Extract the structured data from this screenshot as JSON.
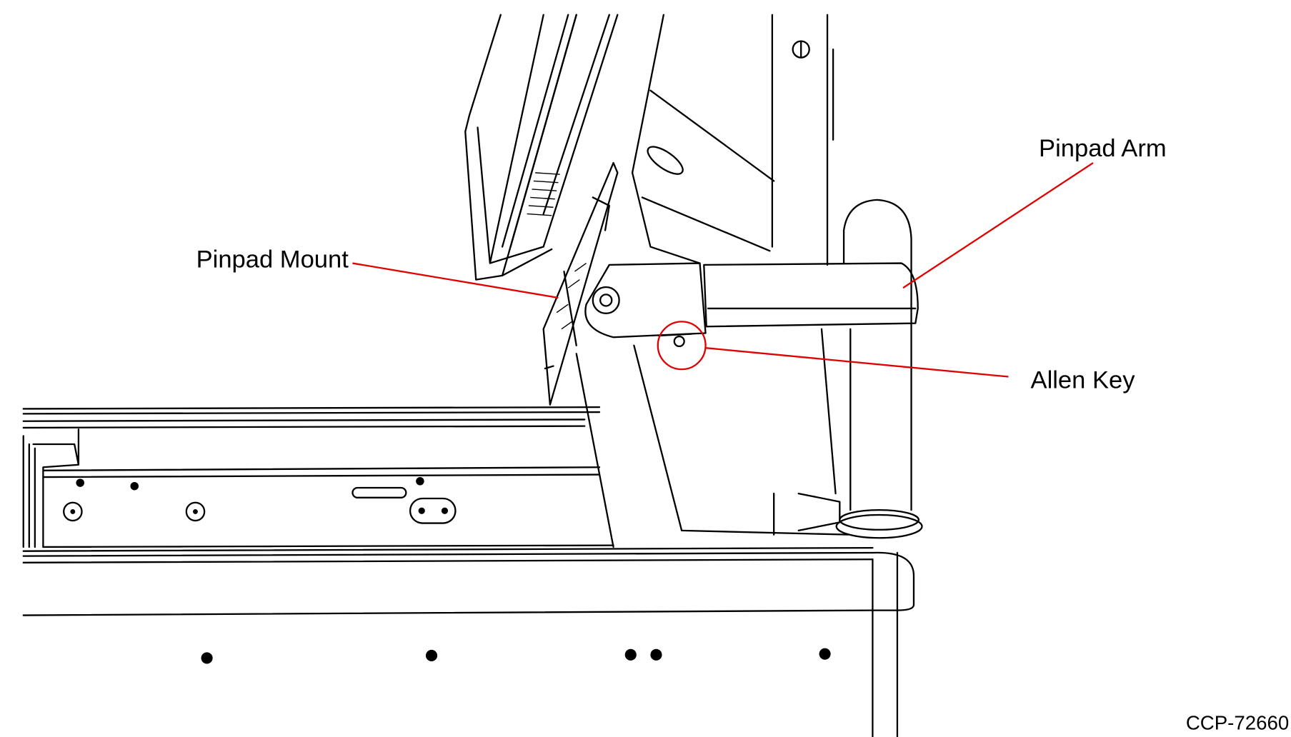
{
  "callouts": {
    "pinpad_mount": "Pinpad Mount",
    "pinpad_arm": "Pinpad Arm",
    "allen_key": "Allen Key"
  },
  "figure_code": "CCP-72660",
  "colors": {
    "callout": "#e00000",
    "lines": "#000000"
  }
}
